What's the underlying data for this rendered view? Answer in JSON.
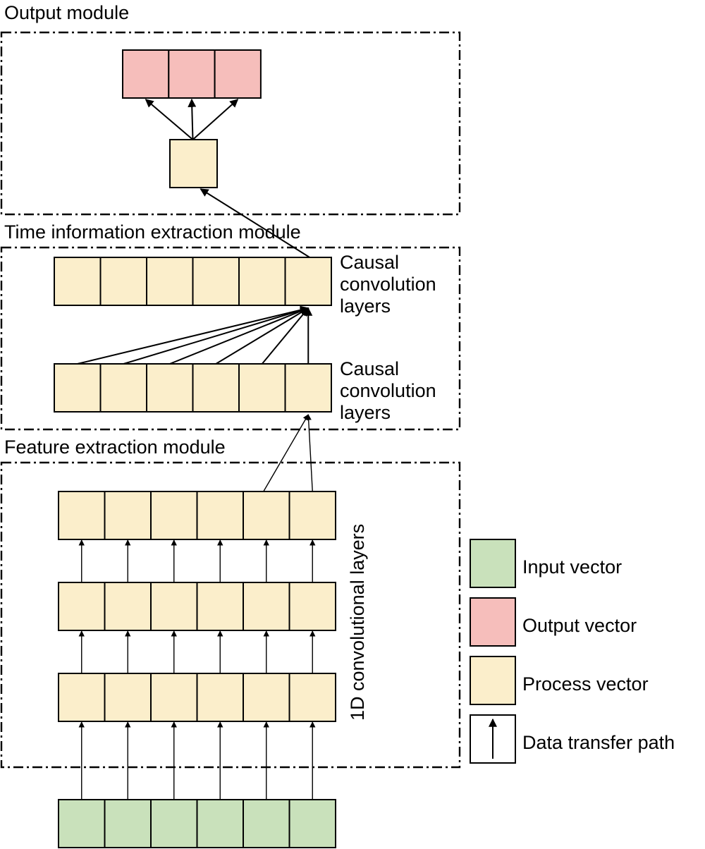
{
  "modules": {
    "output": "Output module",
    "time": "Time information extraction module",
    "feature": "Feature extraction module"
  },
  "layer_labels": {
    "causal_upper": [
      "Causal",
      "convolution",
      "layers"
    ],
    "causal_lower": [
      "Causal",
      "convolution",
      "layers"
    ],
    "conv1d": "1D convolutional layers"
  },
  "legend": [
    {
      "key": "input",
      "label": "Input vector",
      "color": "#c9e1bb"
    },
    {
      "key": "output",
      "label": "Output vector",
      "color": "#f6bebb"
    },
    {
      "key": "process",
      "label": "Process vector",
      "color": "#fbeecb"
    },
    {
      "key": "path",
      "label": "Data transfer path",
      "icon": "up-arrow-icon"
    }
  ],
  "colors": {
    "input": "#c9e1bb",
    "output": "#f6bebb",
    "process": "#fbeecb"
  }
}
